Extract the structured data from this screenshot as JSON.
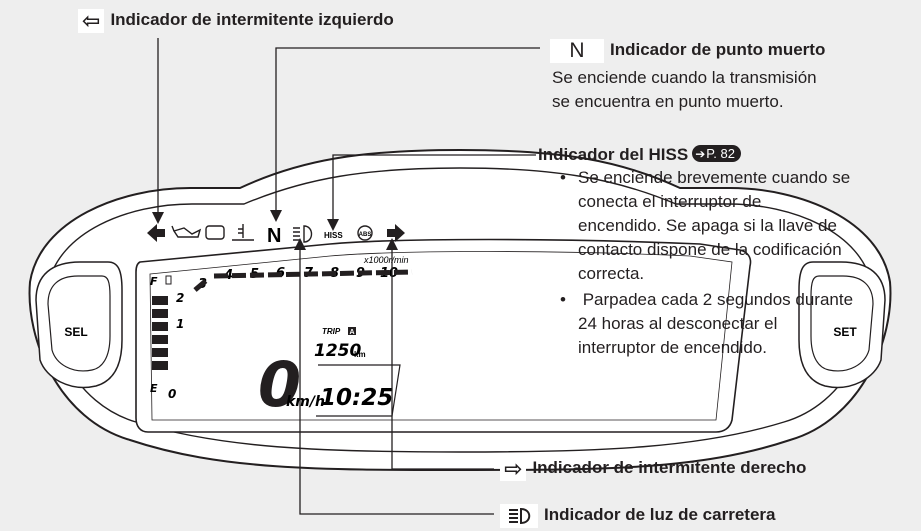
{
  "labels": {
    "left_turn": {
      "icon": "⇦",
      "text": "Indicador de intermitente izquierdo"
    },
    "neutral": {
      "icon": "N",
      "text": "Indicador de punto muerto",
      "desc": [
        "Se enciende cuando la transmisión",
        "se encuentra en punto muerto."
      ]
    },
    "hiss": {
      "text": "Indicador del HISS",
      "ref": "P. 82",
      "bullets": [
        [
          "Se enciende brevemente cuando se",
          "conecta el interruptor de",
          "encendido. Se apaga si la llave de",
          "contacto dispone de la codificación",
          "correcta."
        ],
        [
          " Parpadea cada 2 segundos durante",
          "24 horas al desconectar el",
          "interruptor de encendido."
        ]
      ]
    },
    "right_turn": {
      "icon": "⇨",
      "text": "Indicador de intermitente derecho"
    },
    "high_beam": {
      "text": "Indicador de luz de carretera"
    }
  },
  "dash": {
    "sel": "SEL",
    "set": "SET",
    "n_icon": "N",
    "hiss_icon": "HISS",
    "abs_icon": "(ABS)",
    "rpm_unit": "x1000r/min",
    "fuel_f": "F",
    "fuel_e": "E",
    "tach_numbers": [
      "3",
      "4",
      "5",
      "6",
      "7",
      "8",
      "9",
      "10"
    ],
    "gear_marks": [
      "2",
      "1",
      "0"
    ],
    "speed": "0",
    "speed_unit": "km/h",
    "trip_label": "TRIP",
    "trip_letter": "A",
    "odometer": "1250",
    "odo_unit": "km",
    "clock": "10:25"
  },
  "colors": {
    "text": "#231f20",
    "background": "#eeeeee",
    "panel": "#ffffff"
  }
}
